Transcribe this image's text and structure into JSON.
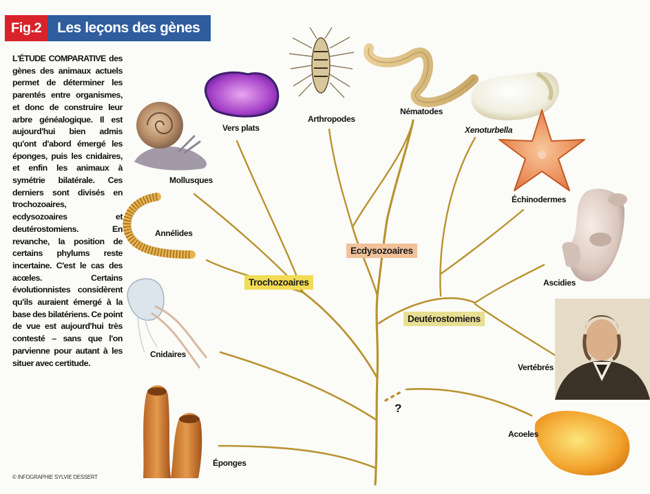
{
  "header": {
    "fig_label": "Fig.2",
    "title": "Les leçons des gènes"
  },
  "text": {
    "lead": "L'ÉTUDE COMPARATIVE",
    "body": "des gènes des animaux actuels permet de déterminer les parentés entre organismes, et donc de construire leur arbre généalogique. Il est aujourd'hui bien admis qu'ont d'abord émergé les éponges, puis les cnidaires, et enfin les animaux à symétrie bilatérale. Ces derniers sont divisés en trochozoaires, ecdysozoaires et deutérostomiens. En revanche, la position de certains phylums reste incertaine. C'est le cas des acœles. Certains évolutionnistes considèrent qu'ils auraient émergé à la base des bilatériens. Ce point de vue est aujourd'hui très contesté – sans que l'on parvienne pour autant à les situer avec certitude."
  },
  "credit": "© INFOGRAPHIE SYLVIE DESSERT",
  "taxa": {
    "mollusques": "Mollusques",
    "vers_plats": "Vers plats",
    "arthropodes": "Arthropodes",
    "nematodes": "Nématodes",
    "xenoturbella": "Xenoturbella",
    "echinodermes": "Échinodermes",
    "annelides": "Annélides",
    "ascidies": "Ascidies",
    "cnidaires": "Cnidaires",
    "vertebres": "Vertébrés",
    "acoeles": "Acoeles",
    "eponges": "Éponges"
  },
  "groups": {
    "trochozoaires": "Trochozoaires",
    "ecdysozoaires": "Ecdysozoaires",
    "deuterostomiens": "Deutérostomiens"
  },
  "question_mark": "?",
  "colors": {
    "fig_red": "#d8232a",
    "title_blue": "#2f5d9e",
    "branch_gold": "#b8932f",
    "trochozoaires_bg": "#f3dc55",
    "ecdysozoaires_bg": "#f1c19a",
    "deuterostomiens_bg": "#e7df92"
  }
}
